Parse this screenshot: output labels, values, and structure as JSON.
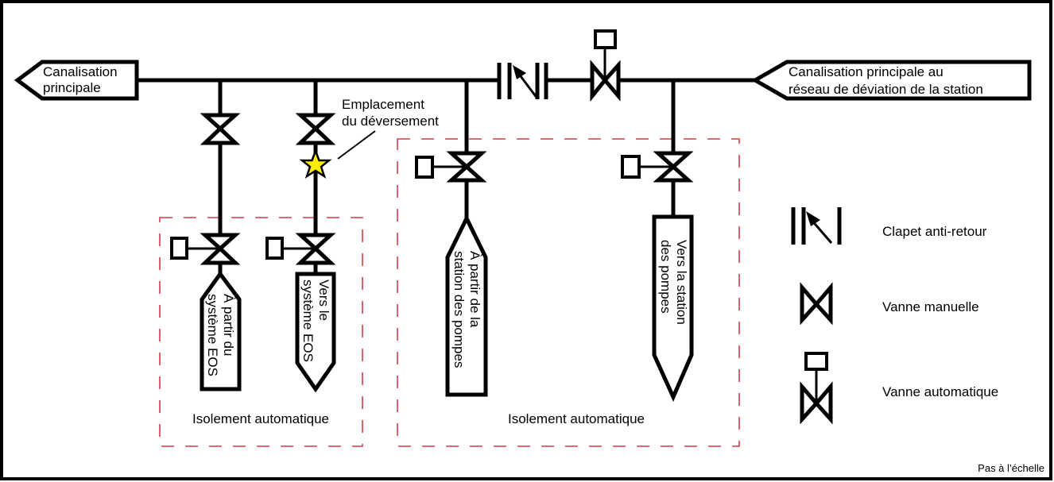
{
  "diagram": {
    "title_tags": {
      "main_pipe_left": [
        "Canalisation",
        "principale"
      ],
      "main_pipe_right": [
        "Canalisation principale au",
        "réseau de déviation de la station"
      ]
    },
    "spill_location": [
      "Emplacement",
      "du déversement"
    ],
    "branch_tags": {
      "from_eos": [
        "À partir du",
        "système EOS"
      ],
      "to_eos": [
        "Vers le",
        "système EOS"
      ],
      "from_pumps": [
        "À partir de la",
        "station des pompes"
      ],
      "to_pumps": [
        "Vers la station",
        "des pompes"
      ]
    },
    "isolation_zones": [
      {
        "label": "Isolement automatique"
      },
      {
        "label": "Isolement automatique"
      }
    ],
    "legend": [
      {
        "icon": "check-valve-icon",
        "label": "Clapet anti-retour"
      },
      {
        "icon": "manual-valve-icon",
        "label": "Vanne manuelle"
      },
      {
        "icon": "automatic-valve-icon",
        "label": "Vanne automatique"
      }
    ],
    "scale_note": "Pas à l’échelle",
    "colors": {
      "line": "#000000",
      "isolation_dash": "#d23a4a",
      "spill_star": "#ffee00"
    }
  }
}
